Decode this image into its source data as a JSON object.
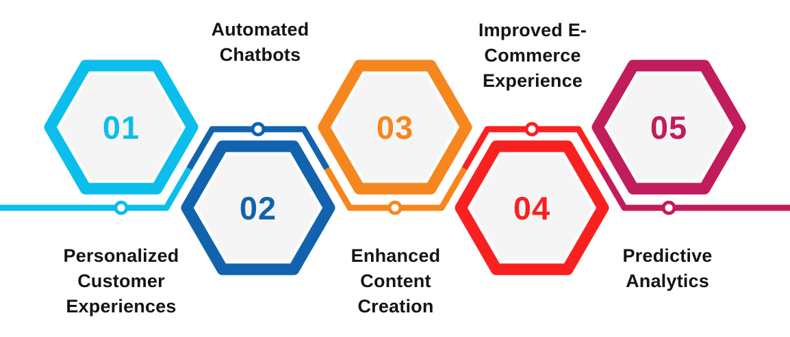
{
  "diagram": {
    "type": "process-infographic",
    "steps": [
      {
        "number": "01",
        "label": [
          "Personalized",
          "Customer",
          "Experiences"
        ],
        "color": "#0CBEEB",
        "label_position": "bottom",
        "hexagon_position": "top-row"
      },
      {
        "number": "02",
        "label": [
          "Automated",
          "Chatbots"
        ],
        "color": "#1263AE",
        "label_position": "top",
        "hexagon_position": "bottom-row"
      },
      {
        "number": "03",
        "label": [
          "Enhanced",
          "Content",
          "Creation"
        ],
        "color": "#F6861E",
        "label_position": "bottom",
        "hexagon_position": "top-row"
      },
      {
        "number": "04",
        "label": [
          "Improved E-",
          "Commerce",
          "Experience"
        ],
        "color": "#F92120",
        "label_position": "top",
        "hexagon_position": "bottom-row"
      },
      {
        "number": "05",
        "label": [
          "Predictive",
          "Analytics"
        ],
        "color": "#C11C5C",
        "label_position": "bottom",
        "hexagon_position": "top-row"
      }
    ],
    "colors": {
      "background": "#ffffff",
      "hex_fill": "#F5F5F5",
      "hex_gap": "#FFFFFF",
      "text": "#141414"
    }
  }
}
